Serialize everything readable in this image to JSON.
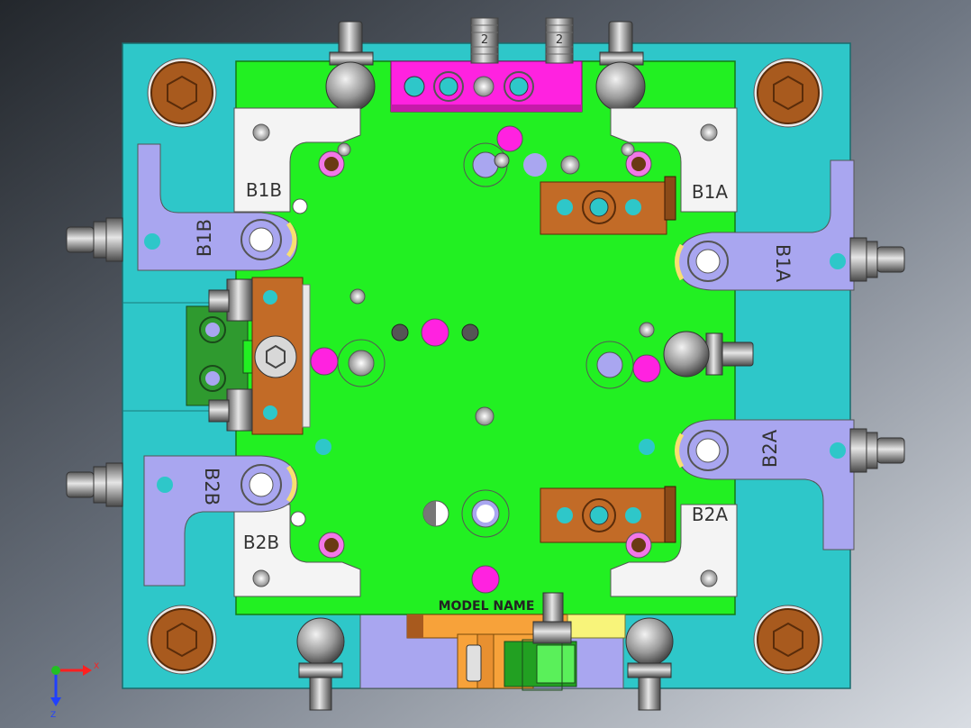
{
  "colors": {
    "background_dark": "#2a2e34",
    "background_light": "#c9ced6",
    "base_plate": "#2ec7c9",
    "nest_plate": "#22f022",
    "clamp_arm": "#a9a6f0",
    "white_block": "#f4f4f4",
    "copper": "#c26b27",
    "bronze_washer": "#9a4e14",
    "magenta": "#ff22e0",
    "dark_green": "#2f9a2f",
    "orange": "#f7a23a",
    "yellow": "#f8f47a"
  },
  "labels": {
    "b1b_block": "B1B",
    "b1b_arm": "B1B",
    "b1a_block": "B1A",
    "b1a_arm": "B1A",
    "b2a_block": "B2A",
    "b2a_arm": "B2A",
    "b2b_block": "B2B",
    "b2b_arm": "B2B",
    "model_name": "MODEL NAME",
    "axis_x": "X",
    "axis_z": "Z",
    "pin_mark": "2"
  },
  "icons": {
    "hex_bolt": "hex-socket-bolt-icon",
    "ball_plunger": "ball-plunger-icon",
    "thumb_screw": "thumb-screw-icon",
    "triad": "axis-triad-icon"
  }
}
